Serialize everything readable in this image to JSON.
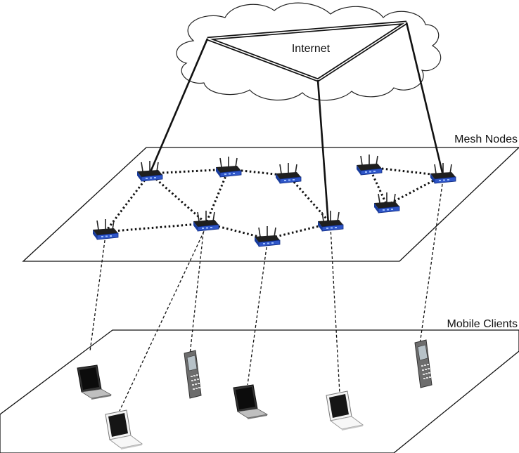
{
  "labels": {
    "internet": "Internet",
    "mesh_nodes": "Mesh Nodes",
    "mobile_clients": "Mobile Clients"
  },
  "colors": {
    "router_blue": "#2f56c8",
    "line": "#111111"
  },
  "icons": {
    "router": "wireless-router-icon",
    "laptop": "laptop-icon",
    "phone": "mobile-phone-icon",
    "cloud": "cloud-icon"
  }
}
